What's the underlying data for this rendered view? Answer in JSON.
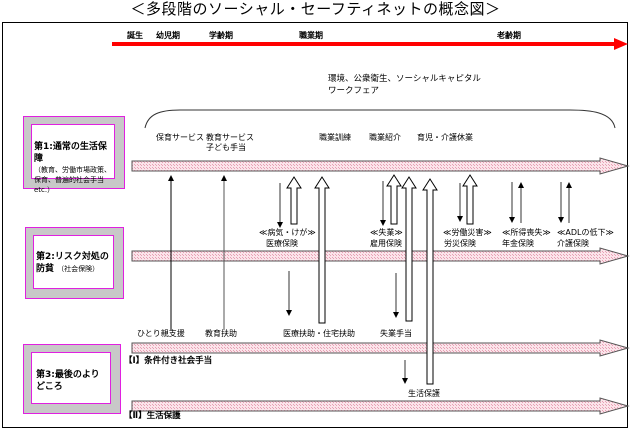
{
  "title": "＜多段階のソーシャル・セーフティネットの概念図＞",
  "timeline": {
    "stages": [
      "誕生",
      "幼児期",
      "学齢期",
      "職業期",
      "老齢期"
    ],
    "arrow_color": "#ff0000"
  },
  "environment": {
    "line1": "環境、公衆衛生、ソーシャルキャピタル",
    "line2": "ワークフェア"
  },
  "tiers": [
    {
      "title": "第1:通常の生活保障",
      "subtitle": "（教育、労働市場政策、保育、普遍的社会手当　etc.）"
    },
    {
      "title": "第2:リスク対処の防貧",
      "subtitle": "（社会保険）"
    },
    {
      "title": "第3:最後のよりどころ",
      "subtitle": ""
    }
  ],
  "tier1_services": {
    "childcare": "保育サービス",
    "education_line1": "教育サービス",
    "education_line2": "子ども手当",
    "job_training": "職業訓練",
    "job_placement": "職業紹介",
    "leave": "育児・介護休業"
  },
  "tier2_insurance": [
    {
      "risk": "≪病気・けが≫",
      "name": "医療保険"
    },
    {
      "risk": "≪失業≫",
      "name": "雇用保険"
    },
    {
      "risk": "≪労働災害≫",
      "name": "労災保険"
    },
    {
      "risk": "≪所得喪失≫",
      "name": "年金保険"
    },
    {
      "risk": "≪ADLの低下≫",
      "name": "介護保険"
    }
  ],
  "tier3_benefits": {
    "single_parent": "ひとり親支援",
    "education_aid": "教育扶助",
    "medical_housing_aid": "医療扶助・住宅扶助",
    "unemployment_allowance": "失業手当",
    "livelihood": "生活保護"
  },
  "lane_labels": {
    "conditional": "【Ⅰ】条件付き社会手当",
    "welfare": "【Ⅱ】生活保護"
  },
  "colors": {
    "box_border": "#e020e0",
    "band_fill": "#f4c6d0",
    "timeline_arrow": "#ff0000"
  }
}
